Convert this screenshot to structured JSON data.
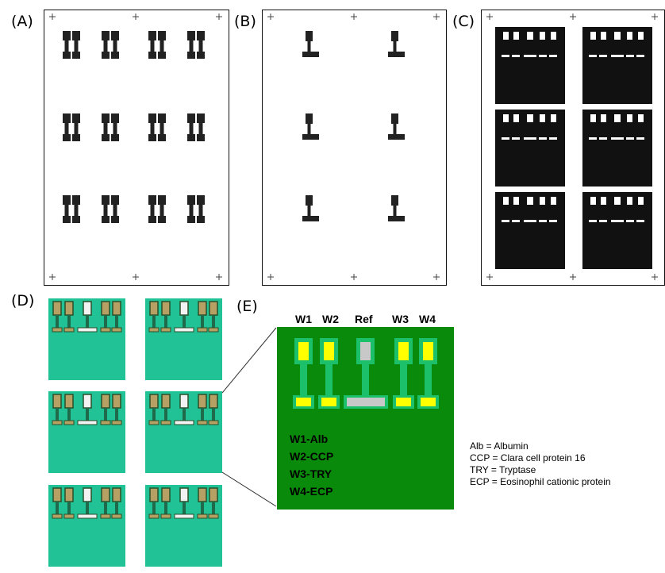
{
  "panels": {
    "a": {
      "label": "(A)"
    },
    "b": {
      "label": "(B)"
    },
    "c": {
      "label": "(C)"
    },
    "d": {
      "label": "(D)"
    },
    "e": {
      "label": "(E)"
    }
  },
  "sensor": {
    "electrodes": [
      "W1",
      "W2",
      "Ref",
      "W3",
      "W4"
    ],
    "assignments": [
      "W1-Alb",
      "W2-CCP",
      "W3-TRY",
      "W4-ECP"
    ],
    "colors": {
      "board": "#0a8a0a",
      "working_pad": "#ffff00",
      "reference_pad": "#c8c8c8",
      "trace": "#1cc06a",
      "pcb": "#21c296"
    }
  },
  "legend": [
    "Alb = Albumin",
    "CCP = Clara cell protein 16",
    "TRY = Tryptase",
    "ECP = Eosinophil cationic protein"
  ]
}
